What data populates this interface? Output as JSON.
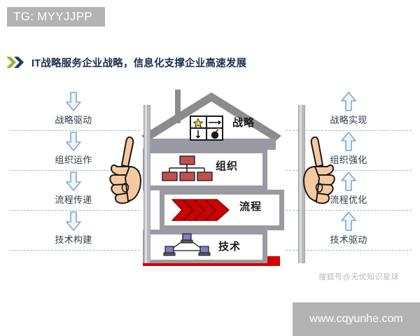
{
  "banner": {
    "tag_text": "TG: MYYJJPP",
    "bg_color": "#b3b3b3"
  },
  "headline": {
    "text": "IT战略服务企业战略，信息化支撑企业高速发展",
    "color": "#1a2f52",
    "chevron_colors": [
      "#8cb833",
      "#1f3864"
    ]
  },
  "diagram": {
    "left_column": {
      "arrow_direction": "down",
      "arrow_color": "#7fa8cc",
      "items": [
        {
          "label": "战略驱动"
        },
        {
          "label": "组织运作"
        },
        {
          "label": "流程传递"
        },
        {
          "label": "技术构建"
        }
      ]
    },
    "right_column": {
      "arrow_direction": "up",
      "arrow_color": "#7fa8cc",
      "items": [
        {
          "label": "战略实现"
        },
        {
          "label": "组织强化"
        },
        {
          "label": "流程优化"
        },
        {
          "label": "技术驱动"
        }
      ]
    },
    "house": {
      "roof_color": "#8c8c8c",
      "wall_color": "#9a9aa2",
      "foundation_color": "#d40000",
      "pillar_color": "#b0b0b8",
      "floors": [
        {
          "name": "战略",
          "icon": "strategy-matrix-icon"
        },
        {
          "name": "组织",
          "icon": "org-chart-icon"
        },
        {
          "name": "流程",
          "icon": "process-chevron-icon"
        },
        {
          "name": "技术",
          "icon": "network-nodes-icon"
        }
      ]
    },
    "hands": {
      "left": "pointing-hand-left-icon",
      "right": "pointing-hand-right-icon"
    }
  },
  "watermarks": {
    "sohu": "搜狐号@无忧知识星球",
    "site": "www.cqyunhe.com"
  }
}
